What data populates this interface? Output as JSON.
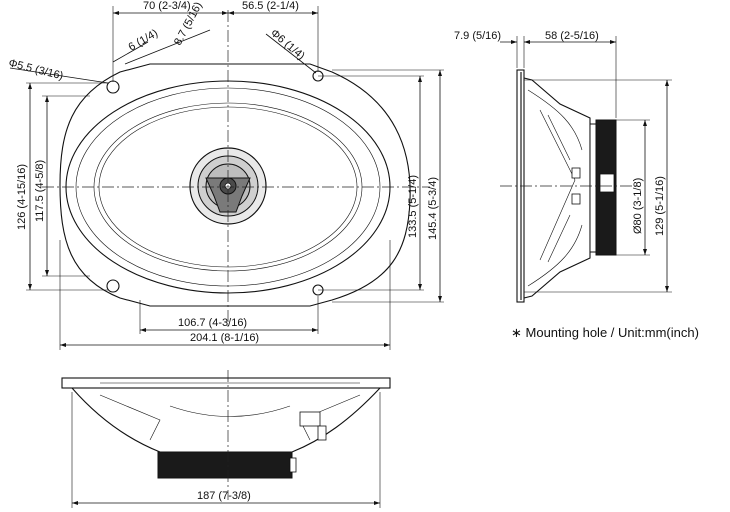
{
  "front_view": {
    "dims": {
      "top_left_width": "70 (2-3/4)",
      "top_right_width": "56.5 (2-1/4)",
      "screw_offset_a": "6 (1/4)",
      "screw_offset_b": "8.7 (5/16)",
      "hole_diameter_left": "Φ5.5 (3/16)",
      "hole_diameter_right": "Φ6 (1/4)",
      "left_height_outer": "126 (4-15/16)",
      "left_height_inner": "117.5 (4-5/8)",
      "right_height_inner": "133.5 (5-1/4)",
      "right_height_outer": "145.4 (5-3/4)",
      "bottom_inner_width": "106.7 (4-3/16)",
      "bottom_outer_width": "204.1 (8-1/16)"
    }
  },
  "side_view": {
    "dims": {
      "flange_thickness": "7.9 (5/16)",
      "mounting_depth": "58 (2-5/16)",
      "magnet_diameter": "Ø80 (3-1/8)",
      "overall_height": "129 (5-1/16)"
    }
  },
  "bottom_view": {
    "dims": {
      "overall_width": "187 (7-3/8)"
    }
  },
  "note": "∗ Mounting hole / Unit:mm(inch)"
}
